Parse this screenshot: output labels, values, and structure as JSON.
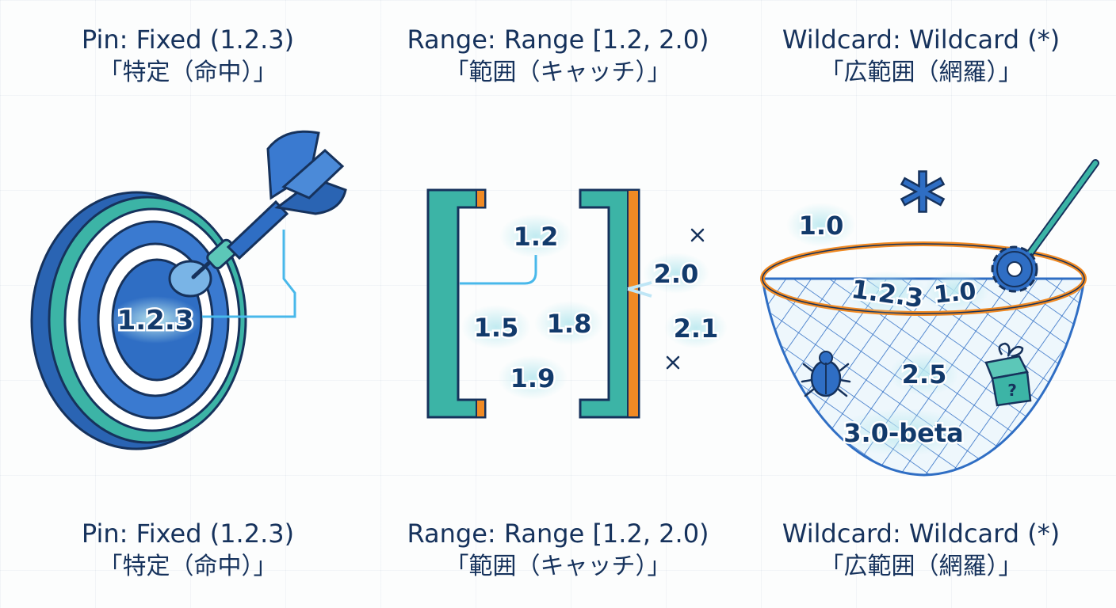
{
  "panels": [
    {
      "id": "pin",
      "title_top": "Pin: Fixed (1.2.3)",
      "subtitle_top": "「特定（命中）」",
      "title_bottom": "Pin: Fixed (1.2.3)",
      "subtitle_bottom": "「特定（命中）」",
      "versions": [
        "1.2.3"
      ],
      "icons": [
        "target-icon",
        "dart-icon"
      ]
    },
    {
      "id": "range",
      "title_top": "Range: Range [1.2, 2.0)",
      "subtitle_top": "「範囲（キャッチ）」",
      "title_bottom": "Range: Range [1.2, 2.0)",
      "subtitle_bottom": "「範囲（キャッチ）」",
      "inside_versions": [
        "1.2",
        "1.5",
        "1.8",
        "1.9"
      ],
      "boundary_version": "2.0",
      "outside_versions": [
        "2.1"
      ],
      "icons": [
        "left-bracket-icon",
        "right-bracket-icon",
        "cross-icon"
      ]
    },
    {
      "id": "wildcard",
      "title_top": "Wildcard: Wildcard (*)",
      "subtitle_top": "「広範囲（網羅）」",
      "title_bottom": "Wildcard: Wildcard (*)",
      "subtitle_bottom": "「広範囲（網羅）」",
      "asterisk": "*",
      "versions": [
        "1.0",
        "1.2.3",
        "1.0",
        "2.5",
        "3.0-beta"
      ],
      "gift_mark": "?",
      "icons": [
        "net-bowl-icon",
        "bug-icon",
        "gift-icon",
        "gear-icon"
      ]
    }
  ],
  "colors": {
    "navy": "#16325c",
    "blue": "#2f6ec4",
    "teal": "#3cb4a6",
    "orange": "#f08a24",
    "glow": "#bfeaf0"
  }
}
